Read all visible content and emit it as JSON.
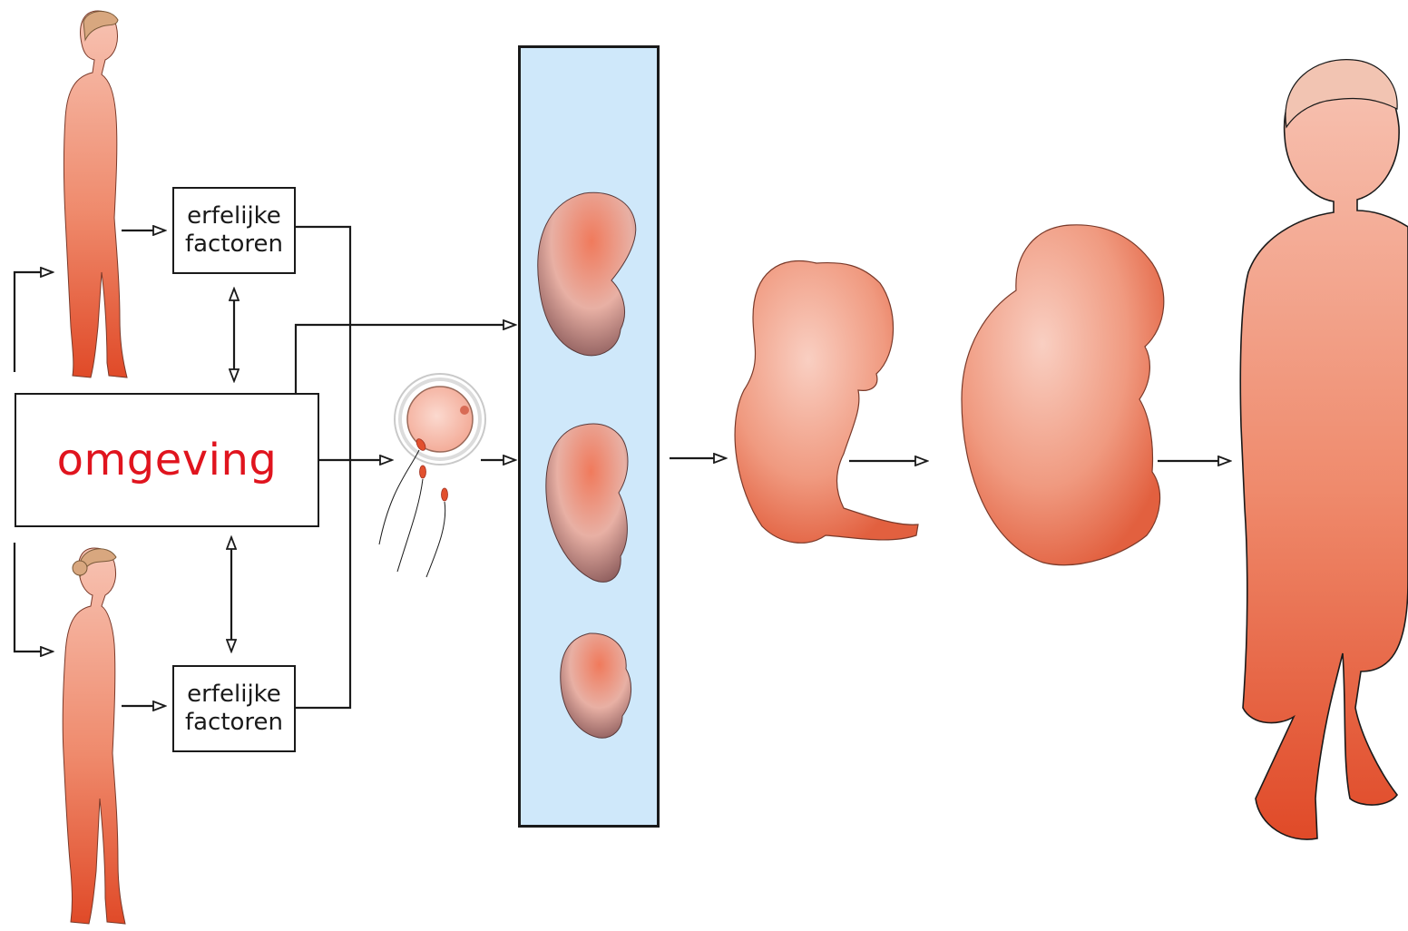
{
  "environment": {
    "label": "omgeving"
  },
  "hereditary_top": {
    "line1": "erfelijke",
    "line2": "factoren"
  },
  "hereditary_bottom": {
    "line1": "erfelijke",
    "line2": "factoren"
  },
  "colors": {
    "skin_light": "#f6b7a7",
    "skin_dark": "#e2502e",
    "panel_blue": "#cfe8fa",
    "label_red": "#e0141e",
    "ink": "#1a1a1a"
  }
}
